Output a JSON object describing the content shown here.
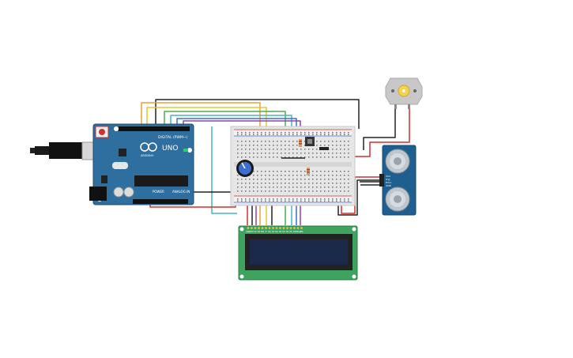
{
  "arduino": {
    "logo_text": "ARDUINO",
    "model_text": "UNO",
    "header_digital_text": "DIGITAL (PWM~)",
    "header_power_text": "POWER",
    "header_analog_text": "ANALOG IN"
  },
  "sensor": {
    "pin_labels": [
      "VCC",
      "Trig",
      "Echo",
      "GND"
    ]
  },
  "lcd": {
    "pin_labels": [
      "GND",
      "VCC",
      "V0",
      "RS",
      "RW",
      "E",
      "D0",
      "D1",
      "D2",
      "D3",
      "D4",
      "D5",
      "D6",
      "D7",
      "LED+",
      "LED-"
    ]
  },
  "colors": {
    "arduino_board": "#2f6f9f",
    "breadboard": "#e6e6e6",
    "lcd_board": "#3ea35f",
    "lcd_screen": "#1b2a4a",
    "sensor_board": "#1f5f8f",
    "motor_body": "#c8c8c8",
    "wire_orange": "#e8a033",
    "wire_yellow": "#e3c92f",
    "wire_green": "#4caf50",
    "wire_teal": "#47b3c6",
    "wire_blue": "#3d6fd1",
    "wire_purple": "#8e44ad",
    "wire_red": "#d32f2f",
    "wire_black": "#222222"
  }
}
